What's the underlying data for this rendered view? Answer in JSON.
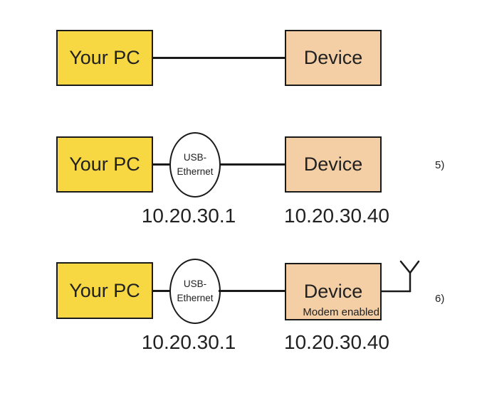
{
  "colors": {
    "pc_fill": "#F7D843",
    "device_fill": "#F4CFA6",
    "stroke": "#1A1A1A",
    "text": "#212121",
    "background": "#FFFFFF"
  },
  "row1": {
    "pc_label": "Your PC",
    "device_label": "Device"
  },
  "row2": {
    "pc_label": "Your PC",
    "adapter_line1": "USB-",
    "adapter_line2": "Ethernet",
    "device_label": "Device",
    "ip_left": "10.20.30.1",
    "ip_right": "10.20.30.40",
    "step_label": "5)"
  },
  "row3": {
    "pc_label": "Your PC",
    "adapter_line1": "USB-",
    "adapter_line2": "Ethernet",
    "device_label": "Device",
    "device_status": "Modem enabled",
    "ip_left": "10.20.30.1",
    "ip_right": "10.20.30.40",
    "step_label": "6)"
  }
}
